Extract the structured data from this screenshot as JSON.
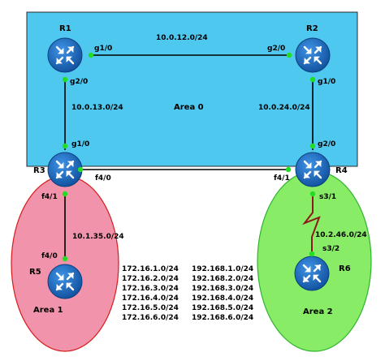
{
  "colors": {
    "area0_fill": "#4fc8f0",
    "area1_fill": "#f093ab",
    "area2_fill": "#88ec66",
    "router_fill": "#1a6bc2",
    "port_dot": "#22dd22",
    "serial_link": "#8b1a1a",
    "link": "#000000"
  },
  "areas": {
    "area0": "Area 0",
    "area1": "Area 1",
    "area2": "Area 2"
  },
  "routers": {
    "r1": {
      "name": "R1",
      "icon": "router-icon"
    },
    "r2": {
      "name": "R2",
      "icon": "router-icon"
    },
    "r3": {
      "name": "R3",
      "icon": "router-icon"
    },
    "r4": {
      "name": "R4",
      "icon": "router-icon"
    },
    "r5": {
      "name": "R5",
      "icon": "router-icon"
    },
    "r6": {
      "name": "R6",
      "icon": "router-icon"
    }
  },
  "links": {
    "r1_r2": {
      "network": "10.0.12.0/24",
      "r1_if": "g1/0",
      "r2_if": "g2/0"
    },
    "r1_r3": {
      "network": "10.0.13.0/24",
      "r1_if": "g2/0",
      "r3_if": "g1/0"
    },
    "r2_r4": {
      "network": "10.0.24.0/24",
      "r2_if": "g1/0",
      "r4_if": "g2/0"
    },
    "r3_r4": {
      "r3_if": "f4/0",
      "r4_if": "f4/1"
    },
    "r3_r5": {
      "network": "10.1.35.0/24",
      "r3_if": "f4/1",
      "r5_if": "f4/0"
    },
    "r4_r6": {
      "network": "10.2.46.0/24",
      "r4_if": "s3/1",
      "r6_if": "s3/2"
    }
  },
  "routes": {
    "col1": [
      "172.16.1.0/24",
      "172.16.2.0/24",
      "172.16.3.0/24",
      "172.16.4.0/24",
      "172.16.5.0/24",
      "172.16.6.0/24"
    ],
    "col2": [
      "192.168.1.0/24",
      "192.168.2.0/24",
      "192.168.3.0/24",
      "192.168.4.0/24",
      "192.168.5.0/24",
      "192.168.6.0/24"
    ]
  }
}
